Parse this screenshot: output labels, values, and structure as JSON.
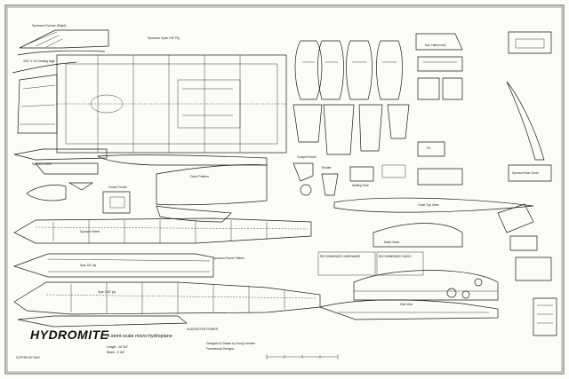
{
  "title": "HYDROMITE",
  "subtitle": "A semi-scale micro-hydroplane",
  "specs": [
    "Length - 16 3/4\"",
    "Beam - 9 3/4\""
  ],
  "design_credit": [
    "Designed & Drawn by Doug Lemaire",
    "Farnstewart Designs"
  ],
  "copyright": "COPYRIGHT 2002",
  "labels": {
    "sponson_former": "Sponson Former (Right)",
    "leading_edge": "3/32\" X 1/4\" leading edge",
    "sponson_sheet": "Sponson Sheet",
    "spar": "Sponson Spar 1/8\" Ply",
    "fin": "Fin",
    "nav_hatch": "Nav. Hatch Inner",
    "stern_roof": "Sponson Rear Cover",
    "centre_former": "Centre Former",
    "deck_pattern": "Deck Pattern",
    "rudder": "Rudder",
    "stuffing_tube": "Stuffing Tube",
    "cockpit": "Cockpit Former",
    "top_view": "Cowl Top View",
    "side_view": "Side View",
    "hatch_side": "Hatch Sides"
  },
  "notes": {
    "recommended": "RECOMMENDED HARDWARE",
    "running": "RECOMMENDED RADIO",
    "suggested": "SUGGESTED POWER"
  },
  "hull_labels": [
    "Sponson Sheet",
    "Spar 1/8\" ply",
    "Spar 1/16\" ply",
    "Sponson Former Pattern"
  ]
}
